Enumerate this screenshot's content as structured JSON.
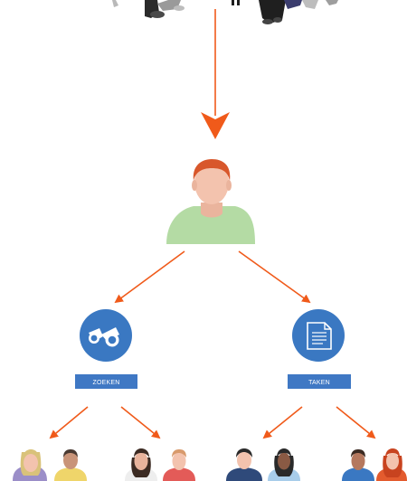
{
  "branches": [
    {
      "id": "zoeken",
      "label": "ZOEKEN",
      "icon": "binoculars-icon"
    },
    {
      "id": "taken",
      "label": "TAKEN",
      "icon": "document-icon"
    }
  ],
  "colors": {
    "arrow": "#f05a1a",
    "node_blue": "#3a78c2",
    "label_blue": "#3f78c4",
    "center_shirt": "#b4dba4",
    "skin_light": "#f3c3ae",
    "hair_orange": "#d8572b"
  }
}
